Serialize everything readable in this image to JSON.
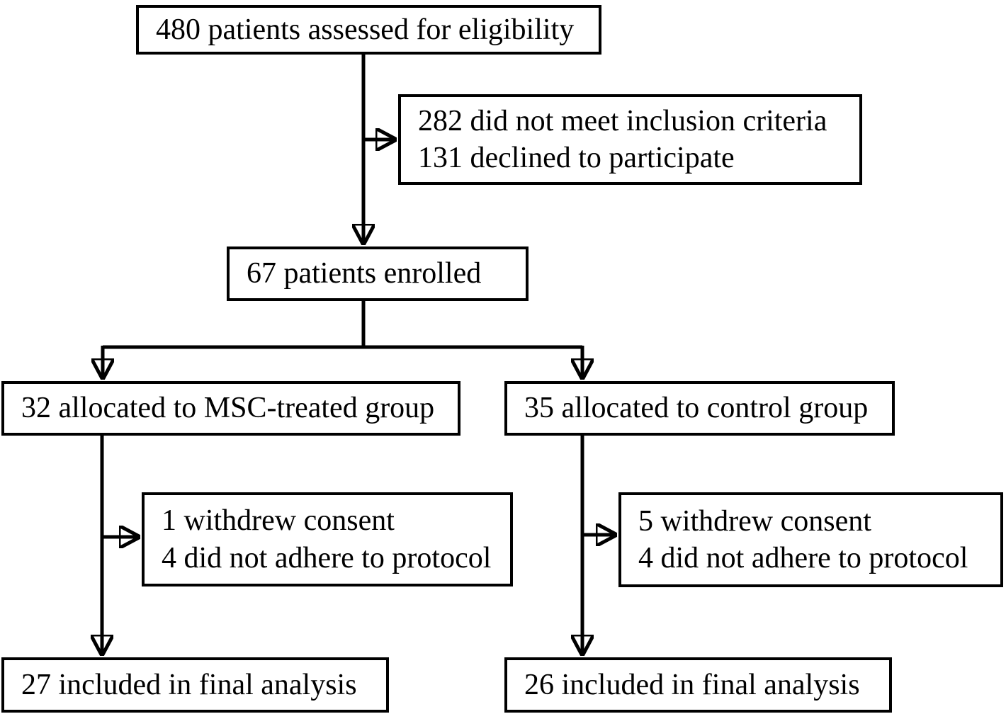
{
  "diagram": {
    "type": "consort-flowchart",
    "colors": {
      "background": "#ffffff",
      "line": "#000000",
      "box_border": "#000000",
      "text": "#000000"
    },
    "boxes": {
      "eligibility": {
        "lines": [
          "480 patients assessed for eligibility"
        ],
        "count": 480
      },
      "excluded": {
        "lines": [
          "282 did not meet inclusion criteria",
          "131 declined to participate"
        ],
        "counts": [
          282,
          131
        ]
      },
      "enrolled": {
        "lines": [
          "67 patients enrolled"
        ],
        "count": 67
      },
      "msc_allocated": {
        "lines": [
          "32 allocated to MSC-treated group"
        ],
        "count": 32
      },
      "control_allocated": {
        "lines": [
          "35 allocated to control group"
        ],
        "count": 35
      },
      "msc_withdrawn": {
        "lines": [
          "1 withdrew consent",
          "4 did not adhere to protocol"
        ],
        "counts": [
          1,
          4
        ]
      },
      "control_withdrawn": {
        "lines": [
          "5 withdrew consent",
          "4 did not adhere to protocol"
        ],
        "counts": [
          5,
          4
        ]
      },
      "msc_final": {
        "lines": [
          "27 included in final analysis"
        ],
        "count": 27
      },
      "control_final": {
        "lines": [
          "26 included in final analysis"
        ],
        "count": 26
      }
    }
  }
}
